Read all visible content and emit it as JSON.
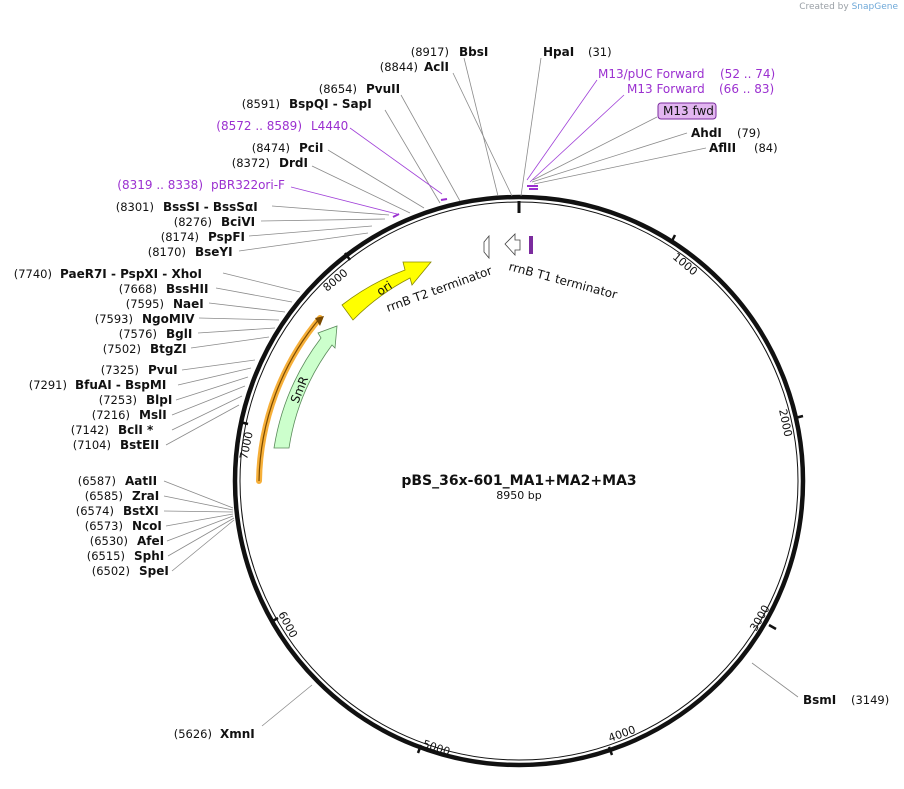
{
  "credit": {
    "prefix": "Created by",
    "brand": "SnapGene"
  },
  "map": {
    "name": "pBS_36x-601_MA1+MA2+MA3",
    "length_label": "8950 bp",
    "length": 8950,
    "ticks": [
      "1000",
      "2000",
      "3000",
      "4000",
      "5000",
      "6000",
      "7000",
      "8000"
    ]
  },
  "enzymes": [
    {
      "pos": "(8917)",
      "name": "BbsI"
    },
    {
      "pos": "(8844)",
      "name": "AclI"
    },
    {
      "pos": "(8654)",
      "name": "PvuII"
    },
    {
      "pos": "(8591)",
      "name": "BspQI - SapI"
    },
    {
      "pos": "(8474)",
      "name": "PciI"
    },
    {
      "pos": "(8372)",
      "name": "DrdI"
    },
    {
      "pos": "(8301)",
      "name": "BssSI - BssSαI"
    },
    {
      "pos": "(8276)",
      "name": "BciVI"
    },
    {
      "pos": "(8174)",
      "name": "PspFI"
    },
    {
      "pos": "(8170)",
      "name": "BseYI"
    },
    {
      "pos": "(7740)",
      "name": "PaeR7I - PspXI - XhoI"
    },
    {
      "pos": "(7668)",
      "name": "BssHII"
    },
    {
      "pos": "(7595)",
      "name": "NaeI"
    },
    {
      "pos": "(7593)",
      "name": "NgoMIV"
    },
    {
      "pos": "(7576)",
      "name": "BglI"
    },
    {
      "pos": "(7502)",
      "name": "BtgZI"
    },
    {
      "pos": "(7325)",
      "name": "PvuI"
    },
    {
      "pos": "(7291)",
      "name": "BfuAI - BspMI"
    },
    {
      "pos": "(7253)",
      "name": "BlpI"
    },
    {
      "pos": "(7216)",
      "name": "MslI"
    },
    {
      "pos": "(7142)",
      "name": "BclI *"
    },
    {
      "pos": "(7104)",
      "name": "BstEII"
    },
    {
      "pos": "(6587)",
      "name": "AatII"
    },
    {
      "pos": "(6585)",
      "name": "ZraI"
    },
    {
      "pos": "(6574)",
      "name": "BstXI"
    },
    {
      "pos": "(6573)",
      "name": "NcoI"
    },
    {
      "pos": "(6530)",
      "name": "AfeI"
    },
    {
      "pos": "(6515)",
      "name": "SphI"
    },
    {
      "pos": "(6502)",
      "name": "SpeI"
    },
    {
      "pos": "(5626)",
      "name": "XmnI"
    },
    {
      "pos": "(31)",
      "name": "HpaI"
    },
    {
      "pos": "(79)",
      "name": "AhdI"
    },
    {
      "pos": "(84)",
      "name": "AflII"
    },
    {
      "pos": "(3149)",
      "name": "BsmI"
    }
  ],
  "primers": [
    {
      "pos": "(52 .. 74)",
      "name": "M13/pUC Forward"
    },
    {
      "pos": "(66 .. 83)",
      "name": "M13 Forward"
    },
    {
      "pos": "",
      "name": "M13 fwd"
    },
    {
      "pos": "(8572 .. 8589)",
      "name": "L4440"
    },
    {
      "pos": "(8319 .. 8338)",
      "name": "pBR322ori-F"
    }
  ],
  "features": {
    "ori": "ori",
    "smr": "SmR",
    "t2": "rrnB T2 terminator",
    "t1": "rrnB T1 terminator"
  },
  "colors": {
    "primer": "#9b30d0",
    "ori": "#ffff00",
    "smr": "#ccffcc",
    "orange_bar": "#f5a623",
    "backbone": "#111111"
  }
}
